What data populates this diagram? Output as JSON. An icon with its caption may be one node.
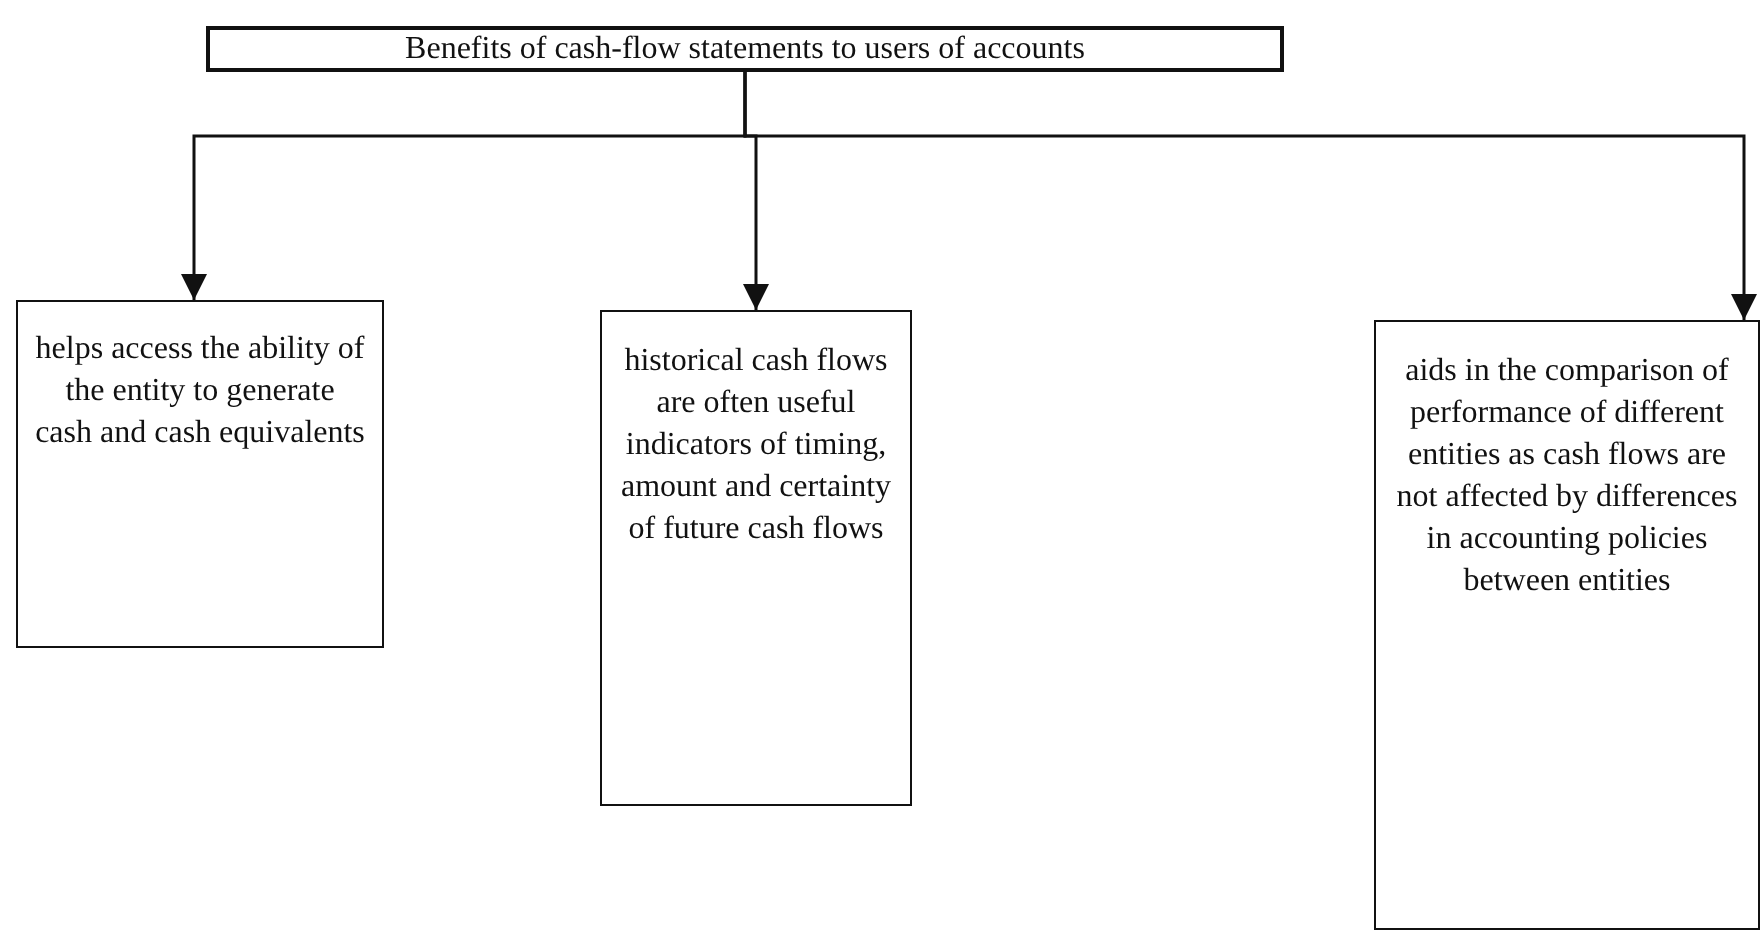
{
  "diagram": {
    "nodes": [
      {
        "text": [
          "Benefits of cash-flow statements to users of accounts"
        ]
      },
      {
        "text": [
          "helps access the ability of the entity to generate cash and cash equivalents"
        ]
      },
      {
        "text": [
          "historical cash flows are often useful indicators of timing, amount and certainty of future cash flows"
        ]
      },
      {
        "text": [
          "aids in the comparison of performance of different entities as cash flows are not affected by differences in accounting policies between entities"
        ]
      }
    ],
    "edges": [
      {
        "from": 0,
        "to": 1,
        "arrow": "to"
      },
      {
        "from": 0,
        "to": 2,
        "arrow": "to"
      },
      {
        "from": 0,
        "to": 3,
        "arrow": "to"
      }
    ]
  }
}
